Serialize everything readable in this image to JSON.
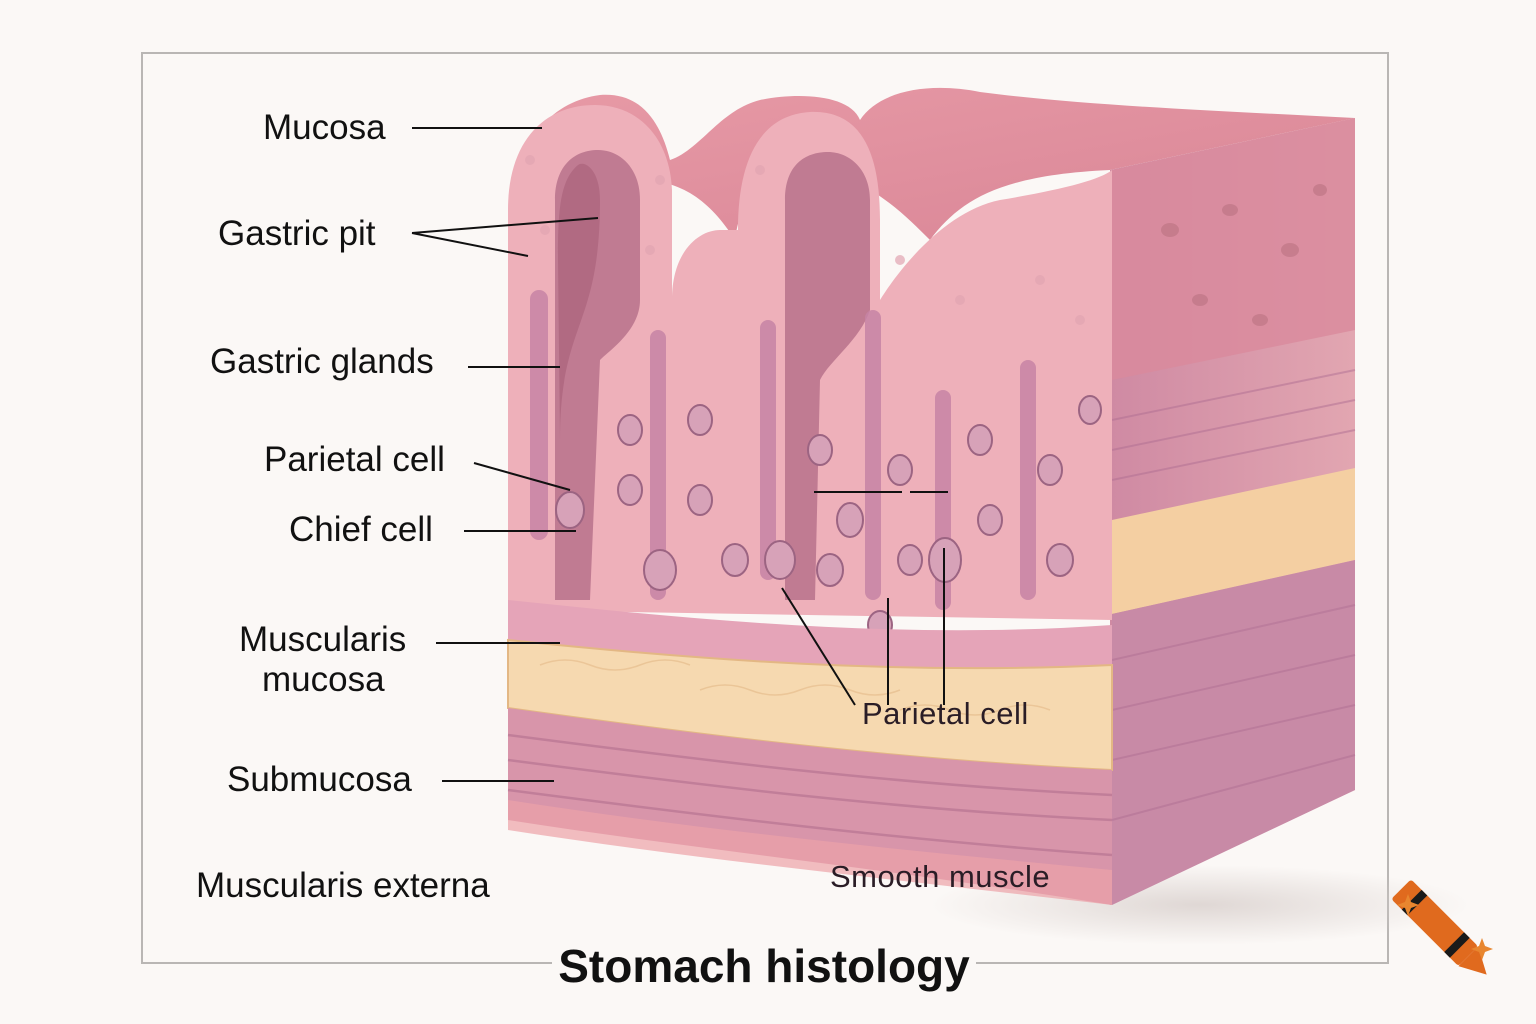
{
  "title": "Stomach histology",
  "labels": {
    "mucosa": "Mucosa",
    "gastric_pit": "Gastric pit",
    "gastric_glands": "Gastric glands",
    "parietal_cell_left": "Parietal cell",
    "chief_cell": "Chief cell",
    "muscularis_mucosa_line1": "Muscularis",
    "muscularis_mucosa_line2": "mucosa",
    "submucosa": "Submucosa",
    "muscularis_externa": "Muscularis externa",
    "parietal_cell_center": "Parietal cell",
    "smooth_muscle": "Smooth muscle"
  },
  "colors": {
    "mucosa": "#e9a3ad",
    "mucosa_dark": "#d98596",
    "gland": "#c98aa8",
    "submucosa_fat": "#f6d9b0",
    "muscle": "#d895aa",
    "muscle_side": "#c98aa9",
    "background": "#fbf8f6"
  },
  "logo_icon": "crayon-icon"
}
